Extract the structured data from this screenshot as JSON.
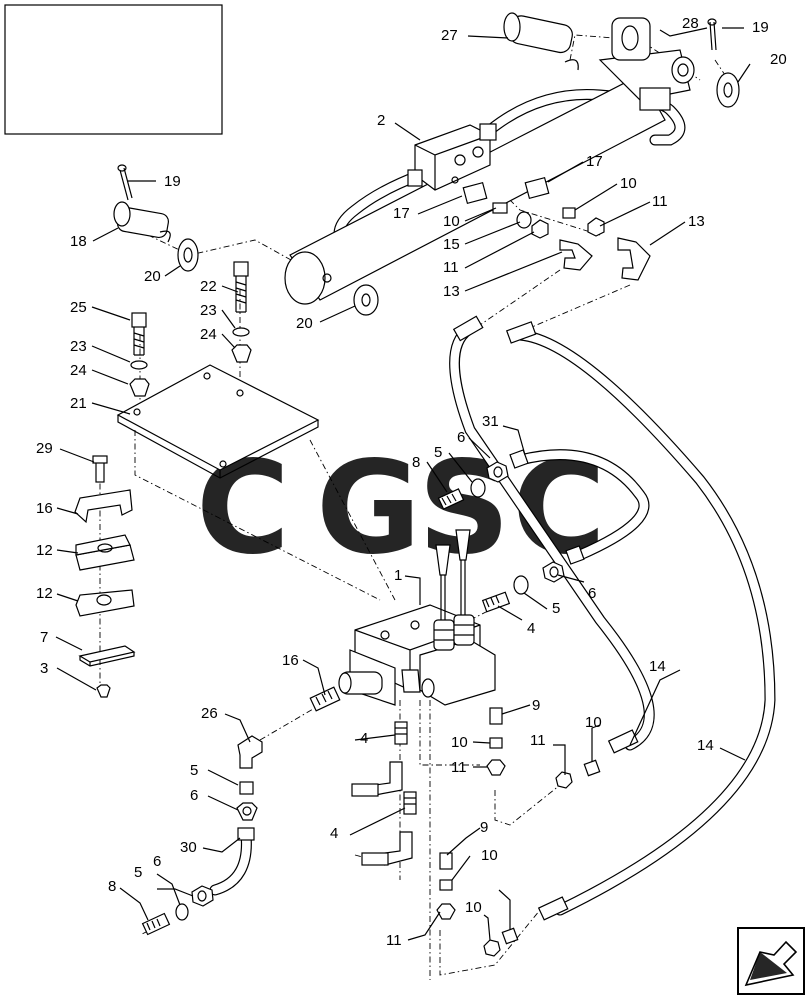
{
  "diagram": {
    "callouts": [
      {
        "id": "c27a",
        "text": "27"
      },
      {
        "id": "c28a",
        "text": "28"
      },
      {
        "id": "c19a",
        "text": "19"
      },
      {
        "id": "c20a",
        "text": "20"
      },
      {
        "id": "c2",
        "text": "2"
      },
      {
        "id": "c17a",
        "text": "17"
      },
      {
        "id": "c17b",
        "text": "17"
      },
      {
        "id": "c10a",
        "text": "10"
      },
      {
        "id": "c10b",
        "text": "10"
      },
      {
        "id": "c11a",
        "text": "11"
      },
      {
        "id": "c11b",
        "text": "11"
      },
      {
        "id": "c13a",
        "text": "13"
      },
      {
        "id": "c13b",
        "text": "13"
      },
      {
        "id": "c15",
        "text": "15"
      },
      {
        "id": "c19b",
        "text": "19"
      },
      {
        "id": "c18",
        "text": "18"
      },
      {
        "id": "c20b",
        "text": "20"
      },
      {
        "id": "c22",
        "text": "22"
      },
      {
        "id": "c23a",
        "text": "23"
      },
      {
        "id": "c24a",
        "text": "24"
      },
      {
        "id": "c20c",
        "text": "20"
      },
      {
        "id": "c25",
        "text": "25"
      },
      {
        "id": "c23b",
        "text": "23"
      },
      {
        "id": "c24b",
        "text": "24"
      },
      {
        "id": "c21",
        "text": "21"
      },
      {
        "id": "c29",
        "text": "29"
      },
      {
        "id": "c16a",
        "text": "16"
      },
      {
        "id": "c12a",
        "text": "12"
      },
      {
        "id": "c12b",
        "text": "12"
      },
      {
        "id": "c7",
        "text": "7"
      },
      {
        "id": "c3",
        "text": "3"
      },
      {
        "id": "c31",
        "text": "31"
      },
      {
        "id": "c6a",
        "text": "6"
      },
      {
        "id": "c5a",
        "text": "5"
      },
      {
        "id": "c8a",
        "text": "8"
      },
      {
        "id": "c1",
        "text": "1"
      },
      {
        "id": "c6b",
        "text": "6"
      },
      {
        "id": "c5b",
        "text": "5"
      },
      {
        "id": "c4a",
        "text": "4"
      },
      {
        "id": "c16b",
        "text": "16"
      },
      {
        "id": "c26",
        "text": "26"
      },
      {
        "id": "c4b",
        "text": "4"
      },
      {
        "id": "c9a",
        "text": "9"
      },
      {
        "id": "c10c",
        "text": "10"
      },
      {
        "id": "c11c",
        "text": "11"
      },
      {
        "id": "c11d",
        "text": "11"
      },
      {
        "id": "c10d",
        "text": "10"
      },
      {
        "id": "c14a",
        "text": "14"
      },
      {
        "id": "c14b",
        "text": "14"
      },
      {
        "id": "c5c",
        "text": "5"
      },
      {
        "id": "c6c",
        "text": "6"
      },
      {
        "id": "c4c",
        "text": "4"
      },
      {
        "id": "c9b",
        "text": "9"
      },
      {
        "id": "c10e",
        "text": "10"
      },
      {
        "id": "c30",
        "text": "30"
      },
      {
        "id": "c5d",
        "text": "5"
      },
      {
        "id": "c6d",
        "text": "6"
      },
      {
        "id": "c8b",
        "text": "8"
      },
      {
        "id": "c11e",
        "text": "11"
      },
      {
        "id": "c10f",
        "text": "10"
      }
    ],
    "watermark": {
      "letters": [
        "C",
        "G",
        "S",
        "C"
      ],
      "colors": [
        "#4a8cf0",
        "#f06e6e",
        "#f5cc3a",
        "#3aa870"
      ]
    },
    "colors": {
      "line": "#000000",
      "paper": "#ffffff"
    },
    "nav_icon": "next-page-arrow-icon"
  }
}
